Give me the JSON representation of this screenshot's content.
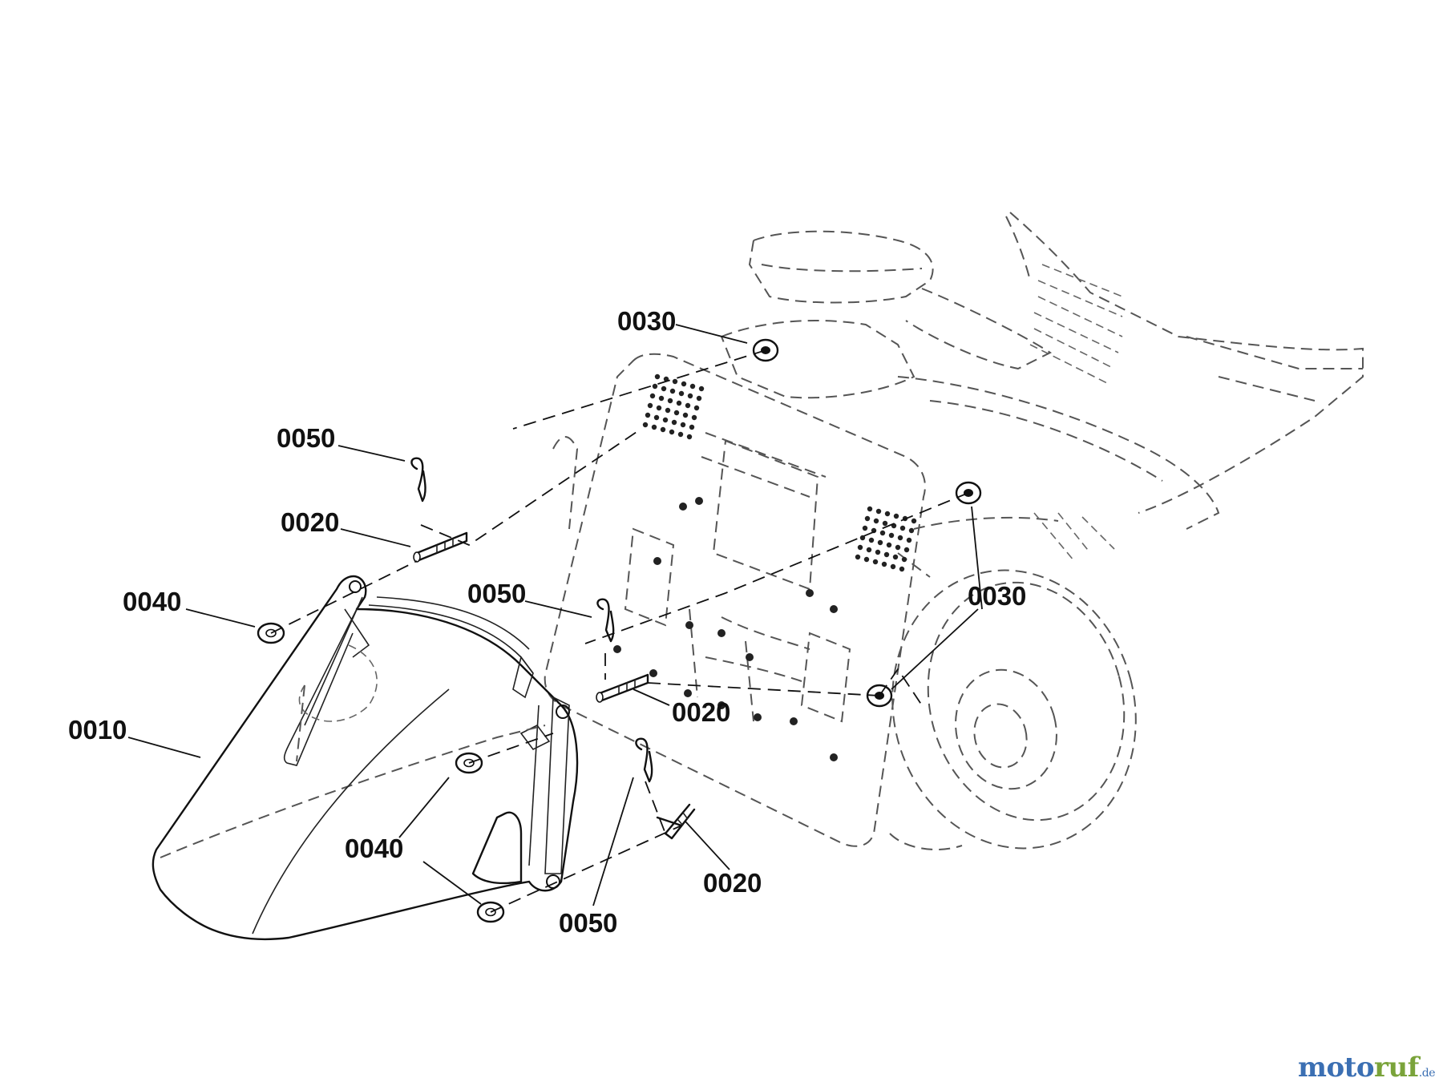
{
  "callouts": [
    {
      "label": "0030"
    },
    {
      "label": "0050"
    },
    {
      "label": "0020"
    },
    {
      "label": "0040"
    },
    {
      "label": "0050"
    },
    {
      "label": "0030"
    },
    {
      "label": "0010"
    },
    {
      "label": "0020"
    },
    {
      "label": "0040"
    },
    {
      "label": "0020"
    },
    {
      "label": "0050"
    }
  ],
  "watermark": {
    "part1": "moto",
    "part2": "ruf",
    "part3": ".de"
  },
  "colors": {
    "line": "#111111",
    "ghost": "#555555",
    "brand_blue": "#3b6fb3",
    "brand_green": "#7aa33a"
  }
}
